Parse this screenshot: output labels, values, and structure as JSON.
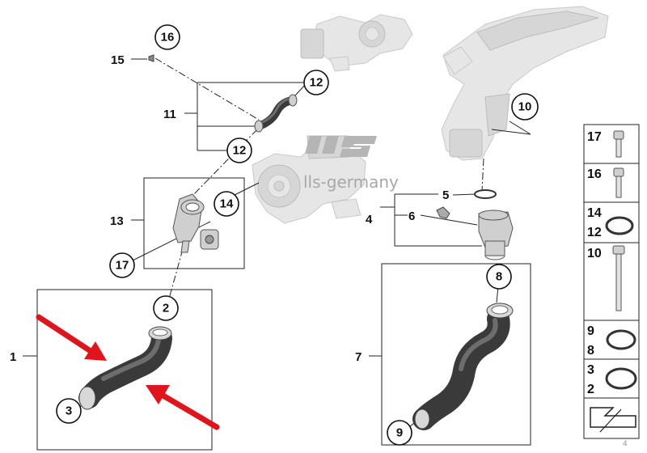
{
  "watermark": {
    "text": "lls-germany"
  },
  "callouts": {
    "c16": "16",
    "c12a": "12",
    "c12b": "12",
    "c14": "14",
    "c17": "17",
    "c2": "2",
    "c3": "3",
    "c10": "10",
    "c8": "8",
    "c9": "9"
  },
  "labels": {
    "l15": "15",
    "l11": "11",
    "l13": "13",
    "l1": "1",
    "l5": "5",
    "l6": "6",
    "l4": "4",
    "l7": "7"
  },
  "side_panel": {
    "r1": "17",
    "r2": "16",
    "r3a": "14",
    "r3b": "12",
    "r4": "10",
    "r5a": "9",
    "r5b": "8",
    "r6a": "3",
    "r6b": "2"
  },
  "footer": {
    "code": "4"
  },
  "colors": {
    "arrow": "#e0151b",
    "hose": "#3a3a3a",
    "ghost": "#e6e6e6"
  }
}
